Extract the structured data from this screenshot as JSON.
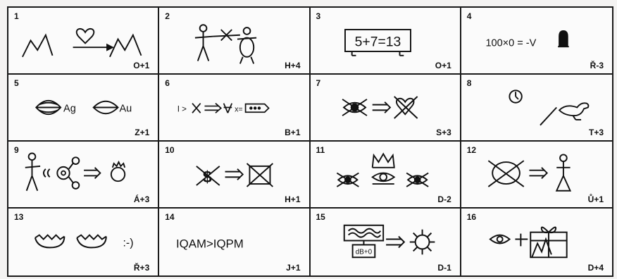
{
  "cells": [
    {
      "number": "1",
      "code": "O+1"
    },
    {
      "number": "2",
      "code": "H+4"
    },
    {
      "number": "3",
      "code": "O+1",
      "text": "5+7=13"
    },
    {
      "number": "4",
      "code": "Ř-3",
      "text": "100×0 = -V"
    },
    {
      "number": "5",
      "code": "Z+1",
      "text_a": "Ag",
      "text_b": "Au"
    },
    {
      "number": "6",
      "code": "B+1",
      "text_a": "I >",
      "text_b": "x="
    },
    {
      "number": "7",
      "code": "S+3"
    },
    {
      "number": "8",
      "code": "T+3"
    },
    {
      "number": "9",
      "code": "Á+3"
    },
    {
      "number": "10",
      "code": "H+1",
      "text": "$"
    },
    {
      "number": "11",
      "code": "D-2"
    },
    {
      "number": "12",
      "code": "Ů+1"
    },
    {
      "number": "13",
      "code": "Ř+3",
      "text": ":-)"
    },
    {
      "number": "14",
      "code": "J+1",
      "text": "IQAM>IQPM"
    },
    {
      "number": "15",
      "code": "D-1",
      "text": "dB+0"
    },
    {
      "number": "16",
      "code": "D+4"
    }
  ]
}
